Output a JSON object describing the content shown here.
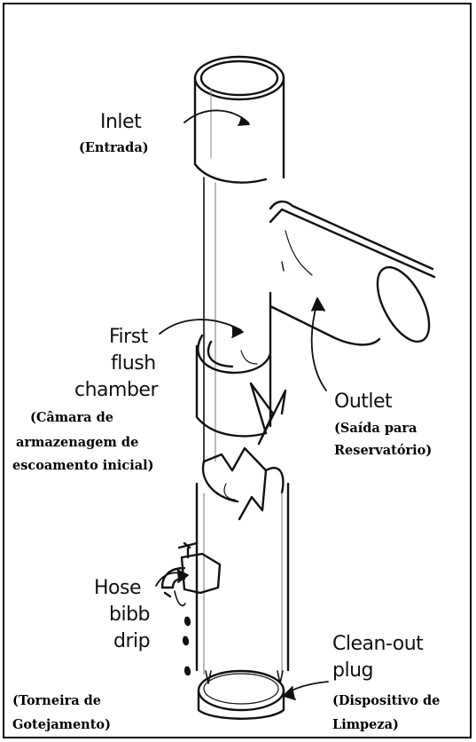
{
  "labels": {
    "inlet": {
      "en": "Inlet",
      "pt": "(Entrada)"
    },
    "first_flush": {
      "en_lines": [
        "First",
        "flush",
        "chamber"
      ],
      "pt_lines": [
        "(Câmara de",
        "armazenagem de",
        "escoamento inicial)"
      ]
    },
    "outlet": {
      "en": "Outlet",
      "pt_lines": [
        "(Saída para",
        "Reservatório)"
      ]
    },
    "hose": {
      "en_lines": [
        "Hose",
        "bibb",
        "drip"
      ],
      "pt_lines": [
        "(Torneira de",
        "Gotejamento)"
      ]
    },
    "clean_out": {
      "en_lines": [
        "Clean-out",
        "plug"
      ],
      "pt_lines": [
        "(Dispositivo de",
        "Limpeza)"
      ]
    }
  }
}
